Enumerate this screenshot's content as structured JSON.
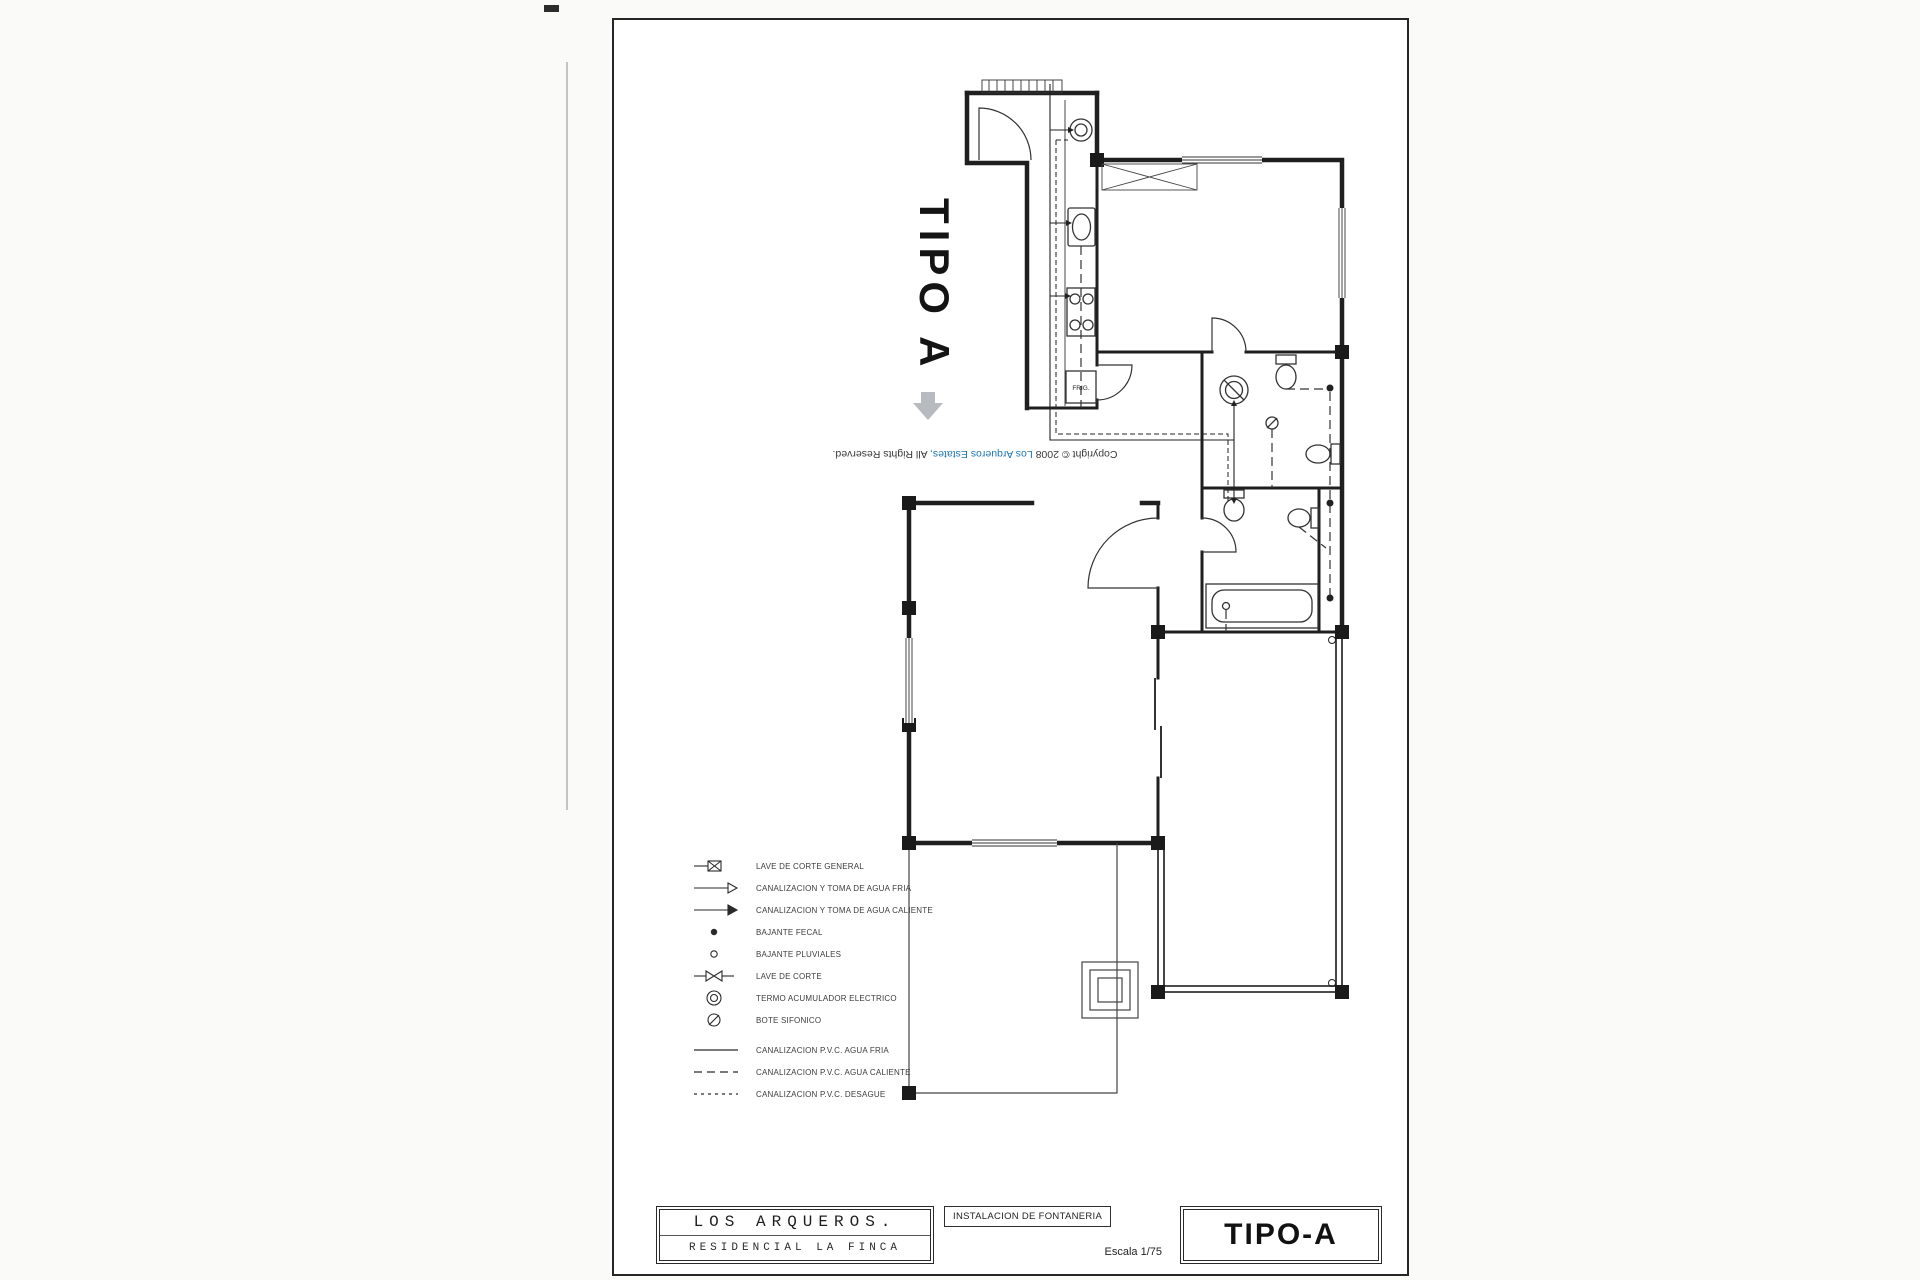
{
  "plan": {
    "type_label": "TIPO A",
    "fridge_label": "FRIG."
  },
  "copyright": {
    "prefix": "Copyright © 2008 ",
    "link": "Los Arqueros Estates,",
    "suffix": " All Rights Reserved."
  },
  "legend": {
    "items": [
      {
        "symbol": "general-shutoff-valve",
        "label": "LAVE DE CORTE GENERAL"
      },
      {
        "symbol": "cold-water-supply",
        "label": "CANALIZACION Y TOMA DE AGUA FRIA"
      },
      {
        "symbol": "hot-water-supply",
        "label": "CANALIZACION Y TOMA DE AGUA CALIENTE"
      },
      {
        "symbol": "fecal-downpipe",
        "label": "BAJANTE FECAL"
      },
      {
        "symbol": "rainwater-downpipe",
        "label": "BAJANTE PLUVIALES"
      },
      {
        "symbol": "shutoff-valve",
        "label": "LAVE DE CORTE"
      },
      {
        "symbol": "electric-water-heater",
        "label": "TERMO ACUMULADOR ELECTRICO"
      },
      {
        "symbol": "siphon-pot",
        "label": "BOTE SIFONICO"
      },
      {
        "symbol": "pvc-cold-pipe",
        "label": "CANALIZACION P.V.C. AGUA FRIA"
      },
      {
        "symbol": "pvc-hot-pipe",
        "label": "CANALIZACION P.V.C. AGUA CALIENTE"
      },
      {
        "symbol": "pvc-drain-pipe",
        "label": "CANALIZACION P.V.C. DESAGUE"
      }
    ]
  },
  "title_block": {
    "project_line1": "LOS ARQUEROS.",
    "project_line2": "RESIDENCIAL LA FINCA",
    "drawing_title": "INSTALACION DE FONTANERIA",
    "scale": "Escala 1/75",
    "type_label": "TIPO-A"
  },
  "colors": {
    "ink": "#222222",
    "link_blue": "#2077b4",
    "arrow_gray": "#b7bbbf",
    "paper": "#ffffff"
  }
}
